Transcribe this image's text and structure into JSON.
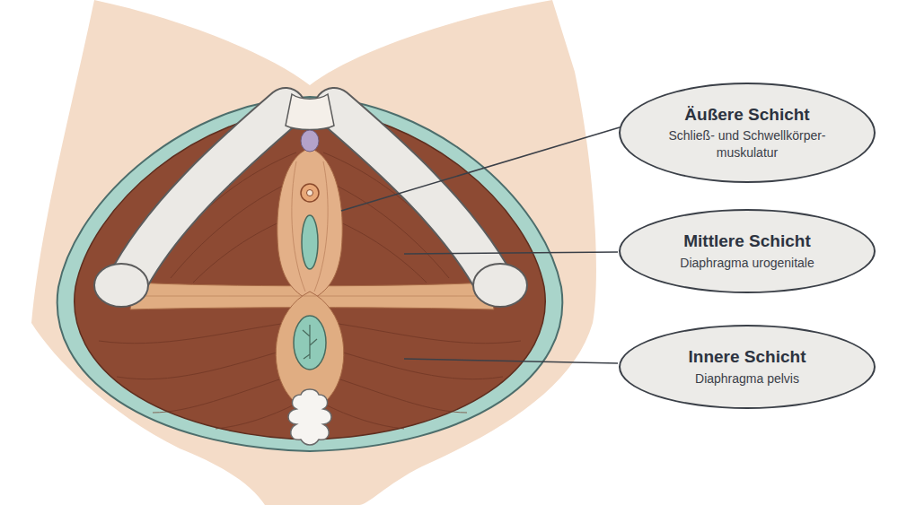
{
  "diagram": {
    "nodes": [
      {
        "text": [
          "Äußere Schicht",
          "Schließ- und Schwellkörper- muskulatur"
        ]
      },
      {
        "text": [
          "Mittlere Schicht",
          "Diaphragma urogenitale"
        ]
      },
      {
        "text": [
          "Innere Schicht",
          "Diaphragma pelvis"
        ]
      }
    ]
  }
}
